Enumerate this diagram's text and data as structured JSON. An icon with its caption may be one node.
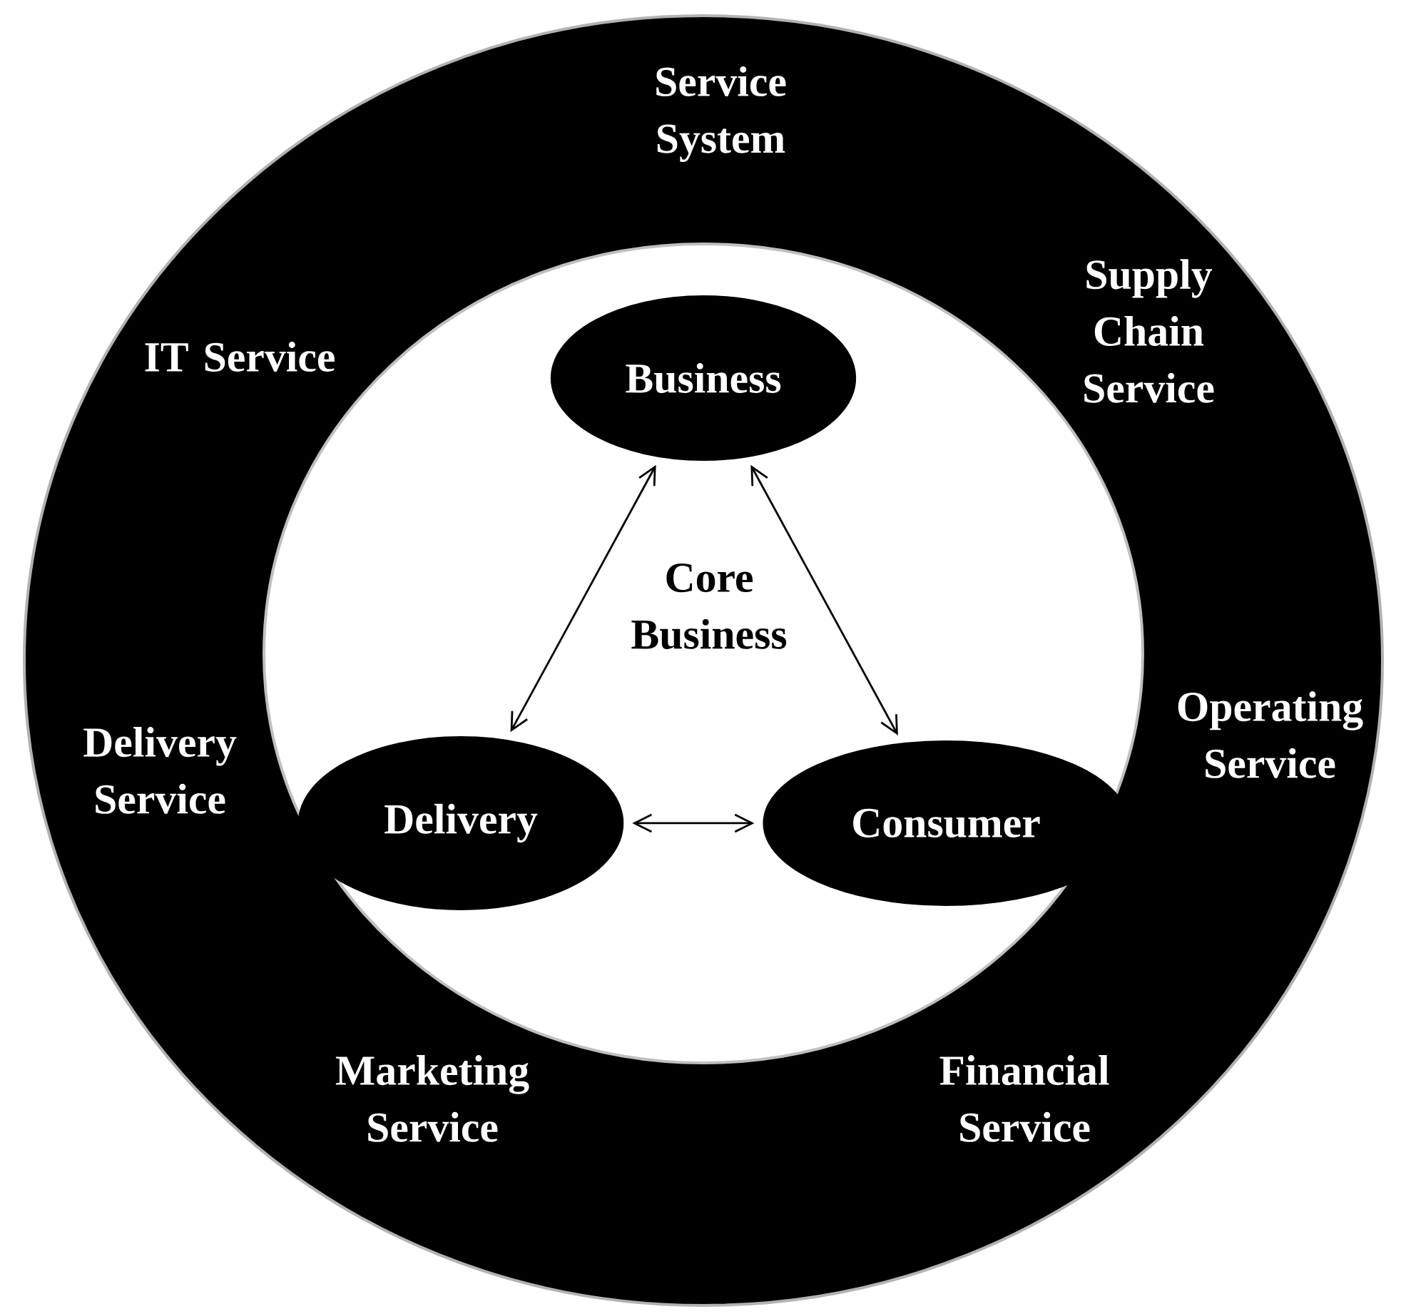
{
  "diagram": {
    "nodes": [
      {
        "text": [
          "Service System"
        ]
      },
      {
        "text": [
          "Core Business"
        ],
        "in": 0
      },
      {
        "text": [
          "Business"
        ],
        "in": 1
      },
      {
        "text": [
          "Delivery"
        ],
        "in": 1
      },
      {
        "text": [
          "Consumer"
        ],
        "in": 1
      }
    ],
    "edges": [
      {
        "from": 2,
        "to": 3,
        "arrow": "both"
      },
      {
        "from": 2,
        "to": 4,
        "arrow": "both"
      },
      {
        "from": 3,
        "to": 4,
        "arrow": "both"
      }
    ],
    "labels": [
      "Supply Chain Service",
      "IT Service",
      "Operating Service",
      "Delivery Service",
      "Marketing Service",
      "Financial Service"
    ]
  }
}
